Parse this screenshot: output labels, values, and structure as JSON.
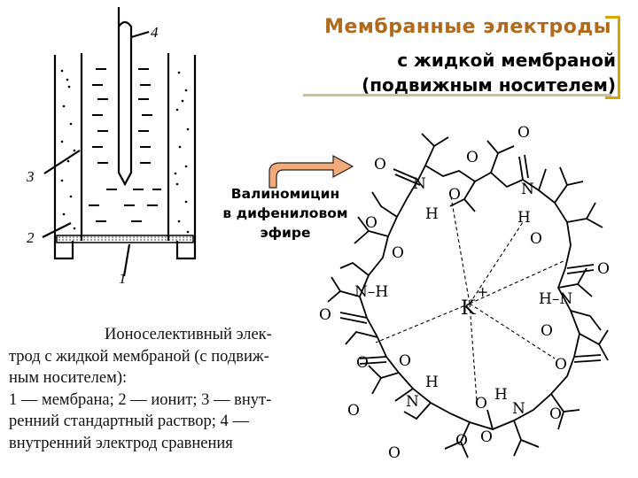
{
  "header": {
    "title": "Мембранные электроды",
    "subtitle_line1": "с жидкой мембраной",
    "subtitle_line2": "(подвижным носителем)",
    "accent_color": "#b06a1a",
    "bracket_color": "#d4a600"
  },
  "diagram": {
    "labels": [
      "4",
      "3",
      "2",
      "1"
    ]
  },
  "callout": {
    "line1": "Валиномицин",
    "line2": "в дифениловом",
    "line3": "эфире",
    "arrow_color": "#f2aa7a"
  },
  "caption": {
    "line1": "Ионоселективный элек-",
    "line2": "трод с жидкой мембраной (с подвиж-",
    "line3": "ным носителем):",
    "line4": "1 — мембрана; 2 — ионит; 3 — внут-",
    "line5": "ренний стандартный раствор; 4 —",
    "line6": "внутренний электрод сравнения"
  },
  "molecule": {
    "center_label": "K",
    "center_charge": "+",
    "o": "O",
    "n": "N",
    "h": "H",
    "nh": "N–H",
    "hn": "H–N"
  }
}
